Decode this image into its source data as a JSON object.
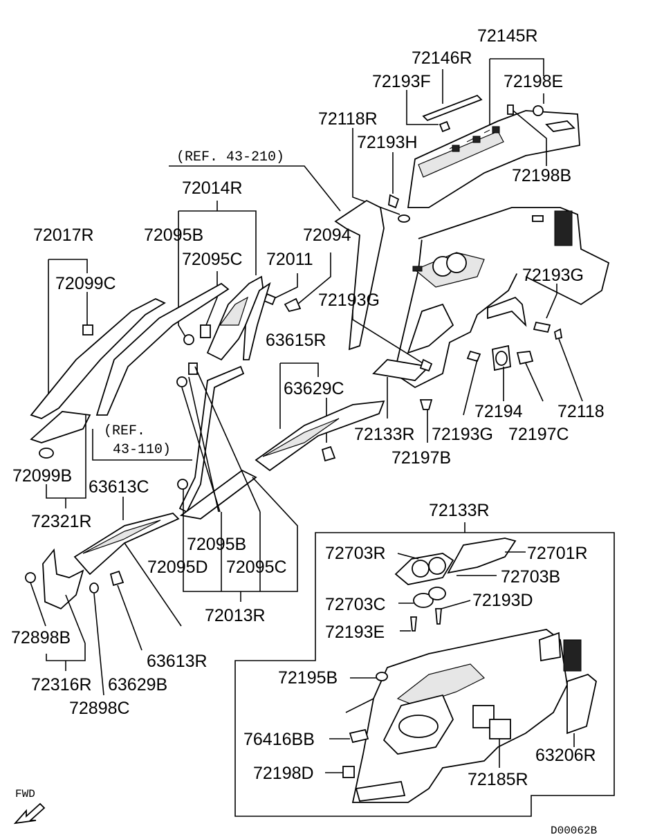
{
  "diagram": {
    "part_numbers": {
      "p72145R": "72145R",
      "p72146R": "72146R",
      "p72193F": "72193F",
      "p72198E": "72198E",
      "p72118R": "72118R",
      "p72193H": "72193H",
      "p72198B": "72198B",
      "p72014R": "72014R",
      "p72095B_top": "72095B",
      "p72094": "72094",
      "p72017R": "72017R",
      "p72095C_top": "72095C",
      "p72011": "72011",
      "p72193G_right": "72193G",
      "p72099C": "72099C",
      "p72193G_mid": "72193G",
      "p63615R": "63615R",
      "p63629C_top": "63629C",
      "p72194": "72194",
      "p72118": "72118",
      "p72133R_top": "72133R",
      "p72193G_low": "72193G",
      "p72197C": "72197C",
      "p72197B": "72197B",
      "p72099B": "72099B",
      "p63613C": "63613C",
      "p72321R": "72321R",
      "p72095B_low": "72095B",
      "p72095D": "72095D",
      "p72095C_low": "72095C",
      "p72013R": "72013R",
      "p72898B": "72898B",
      "p63613R": "63613R",
      "p72316R": "72316R",
      "p63629B": "63629B",
      "p72898C": "72898C",
      "p72133R_box": "72133R",
      "p72703R": "72703R",
      "p72701R": "72701R",
      "p72703B": "72703B",
      "p72703C": "72703C",
      "p72193D": "72193D",
      "p72193E": "72193E",
      "p72195B": "72195B",
      "p76416BB": "76416BB",
      "p72198D": "72198D",
      "p72185R": "72185R",
      "p63206R": "63206R"
    },
    "references": {
      "ref_43_210": "(REF. 43-210)",
      "ref_43_110_a": "(REF.",
      "ref_43_110_b": "43-110)"
    },
    "fwd_label": "FWD",
    "diagram_code": "D00062B"
  }
}
